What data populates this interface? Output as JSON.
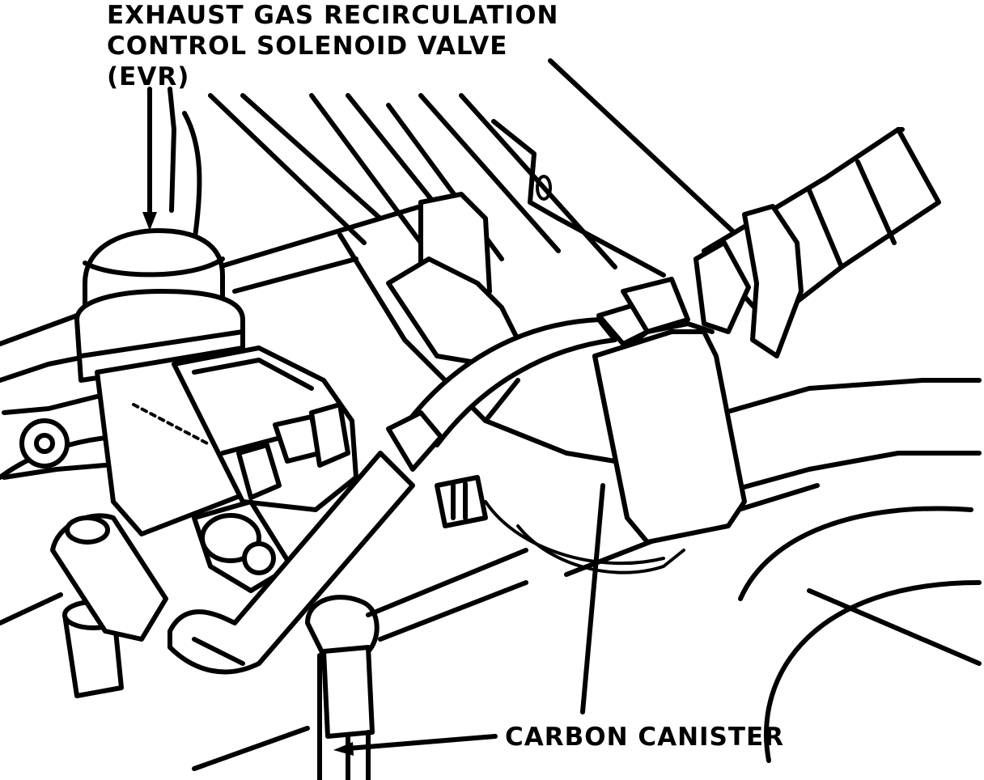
{
  "labels": {
    "evr_line1": "EXHAUST GAS RECIRCULATION",
    "evr_line2": "CONTROL SOLENOID VALVE",
    "evr_line3": "(EVR)",
    "canister": "CARBON CANISTER"
  },
  "colors": {
    "ink": "#000000",
    "paper": "#ffffff"
  }
}
